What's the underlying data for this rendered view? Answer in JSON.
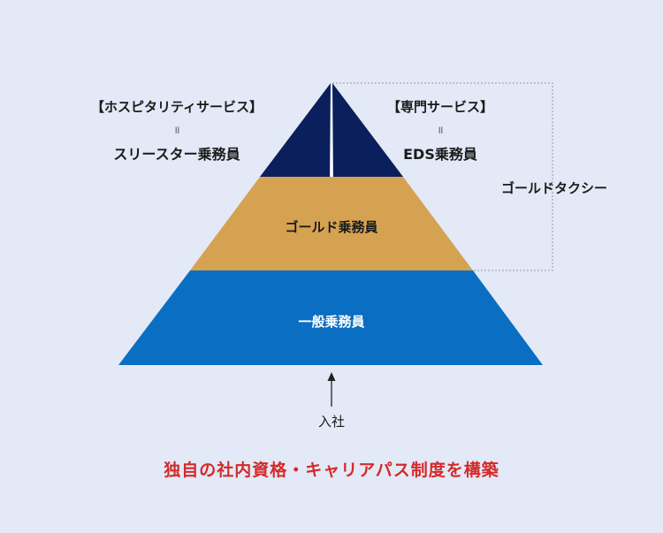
{
  "diagram": {
    "left_block": {
      "title": "【ホスピタリティサービス】",
      "equals": "॥",
      "role": "スリースター乗務員"
    },
    "right_block": {
      "title": "【専門サービス】",
      "equals": "॥",
      "role": "EDS乗務員"
    },
    "bracket_label": "ゴールドタクシー",
    "tiers": {
      "middle": "ゴールド乗務員",
      "bottom": "一般乗務員"
    },
    "entry_label": "入社"
  },
  "caption": "独自の社内資格・キャリアパス制度を構築",
  "colors": {
    "background": "#e3e9f6",
    "top_tier": "#0b1f5c",
    "middle_tier": "#d5a252",
    "bottom_tier": "#0a6ec2",
    "caption": "#d42a2a",
    "bracket": "#999999"
  }
}
